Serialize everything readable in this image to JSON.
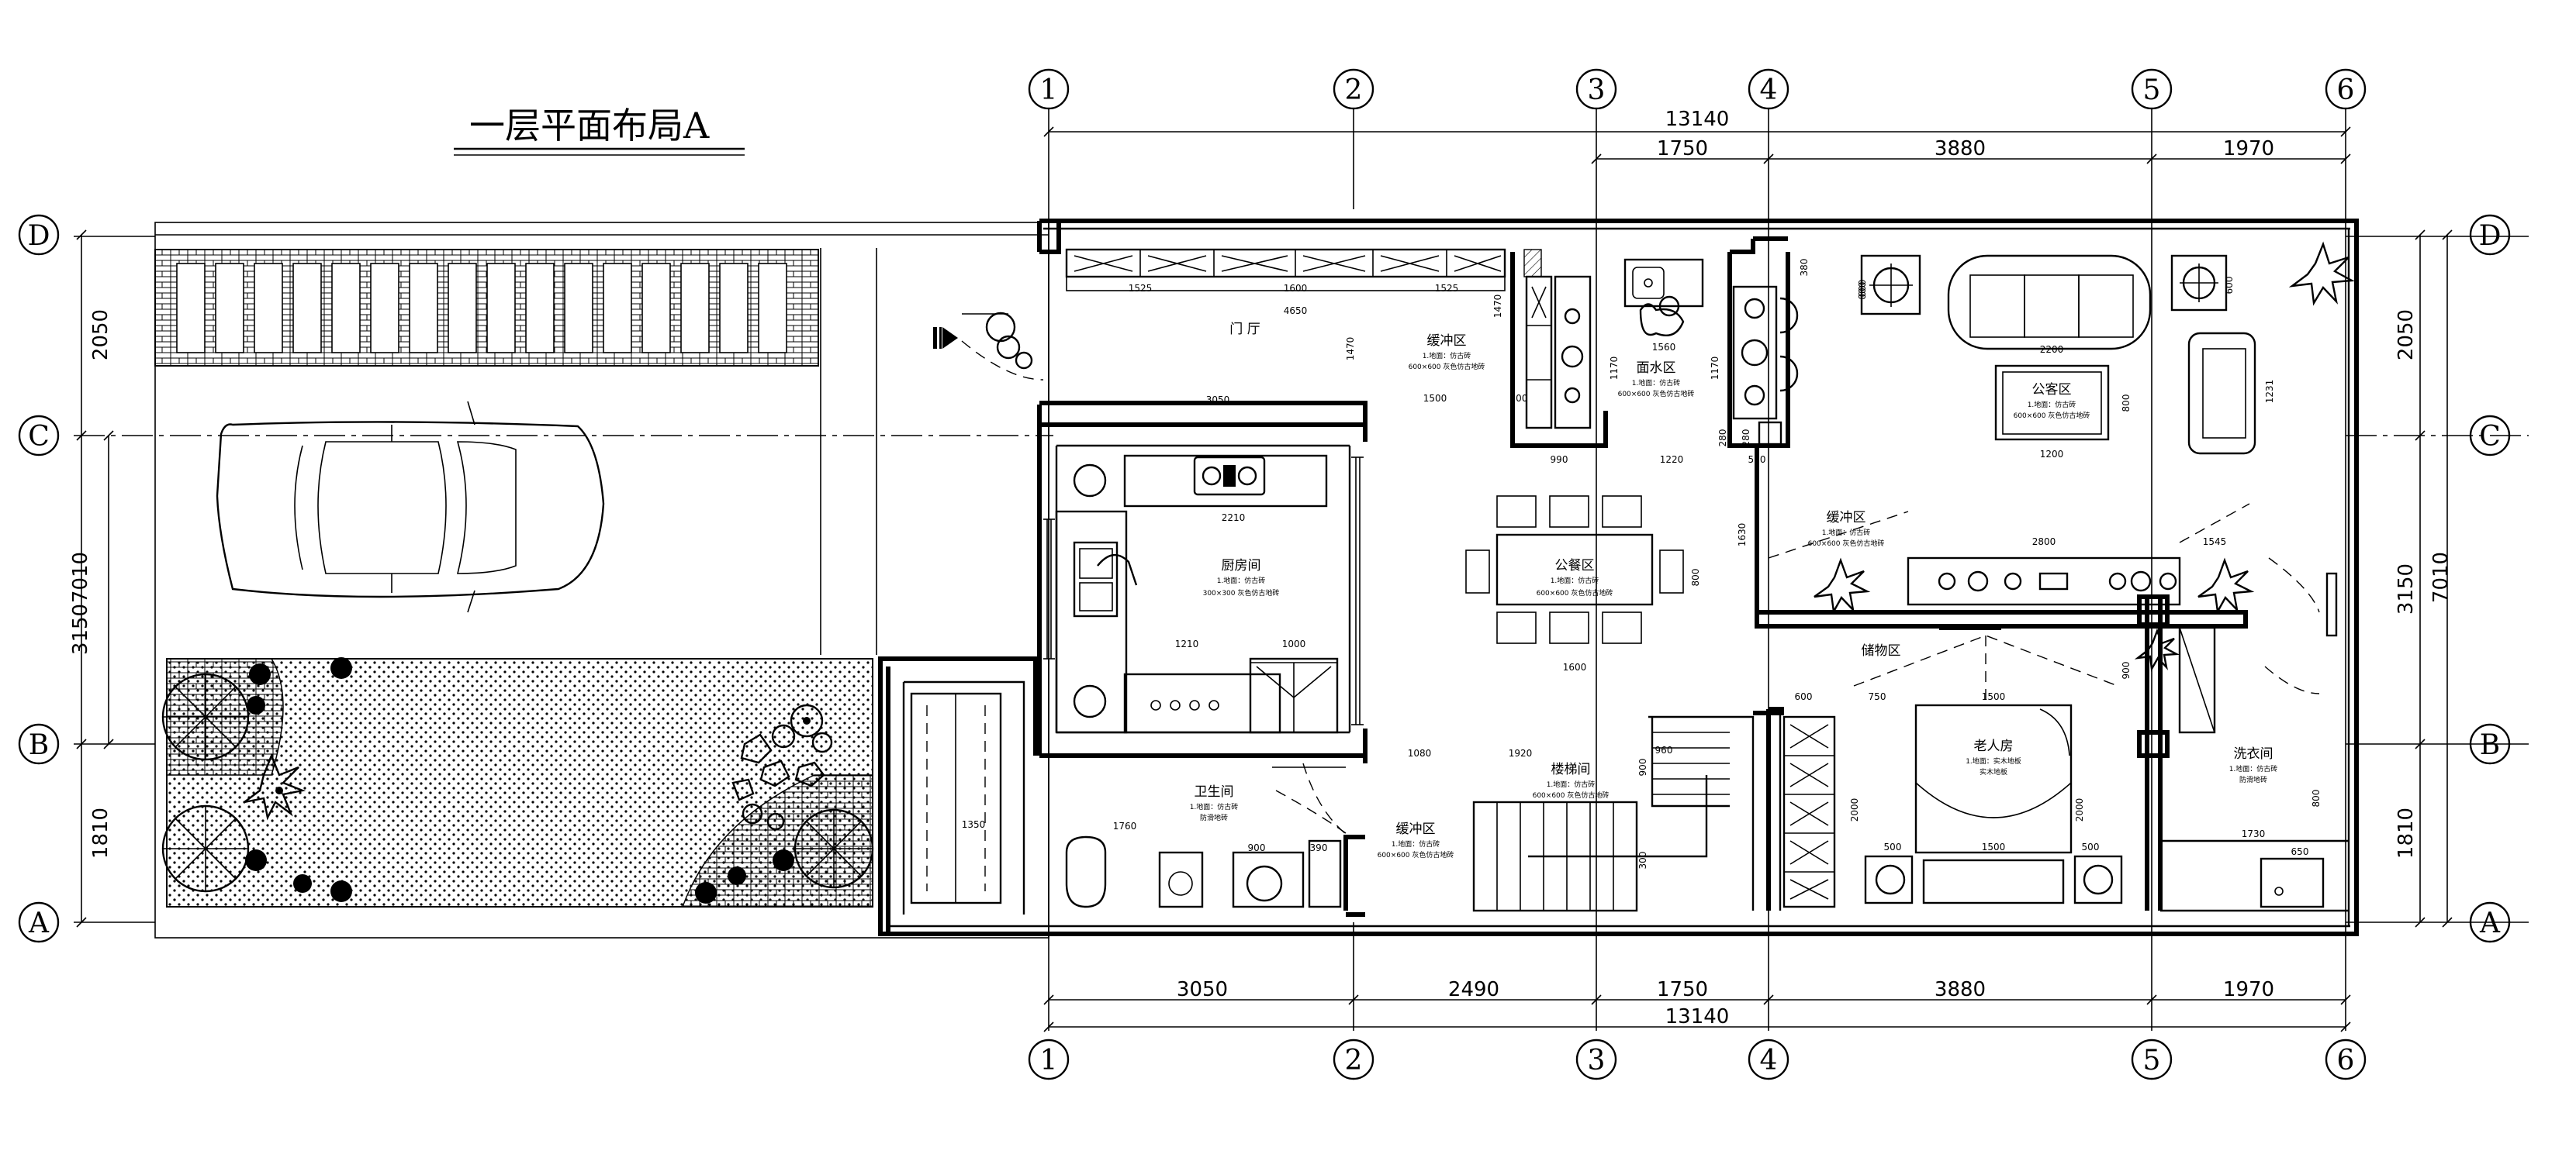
{
  "title": "一层平面布局A",
  "axes": {
    "columns": [
      "1",
      "2",
      "3",
      "4",
      "5",
      "6"
    ],
    "rows": [
      "D",
      "C",
      "B",
      "A"
    ]
  },
  "dimensions": {
    "top_total": "13140",
    "top_segments": [
      "1750",
      "3880",
      "1970"
    ],
    "bottom_segments": [
      "3050",
      "2490",
      "1750",
      "3880",
      "1970"
    ],
    "bottom_total": "13140",
    "left_outer": [
      "2050",
      "7010",
      "1810"
    ],
    "left_inner": "3150",
    "right_outer": [
      "2050",
      "3150",
      "1810"
    ],
    "right_inner": "7010"
  },
  "rooms": [
    {
      "name": "门  厅",
      "line1": "",
      "line2": ""
    },
    {
      "name": "缓冲区",
      "line1": "1.地面：仿古砖",
      "line2": "600×600 灰色仿古地砖"
    },
    {
      "name": "厨房间",
      "line1": "1.地面：仿古砖",
      "line2": "300×300 灰色仿古地砖"
    },
    {
      "name": "公餐区",
      "line1": "1.地面：仿古砖",
      "line2": "600×600 灰色仿古地砖"
    },
    {
      "name": "面水区",
      "line1": "1.地面：仿古砖",
      "line2": "600×600 灰色仿古地砖"
    },
    {
      "name": "公客区",
      "line1": "1.地面：仿古砖",
      "line2": "600×600 灰色仿古地砖"
    },
    {
      "name": "缓冲区",
      "line1": "1.地面：仿古砖",
      "line2": "600×600 灰色仿古地砖"
    },
    {
      "name": "卫生间",
      "line1": "1.地面：仿古砖",
      "line2": "防滑地砖"
    },
    {
      "name": "缓冲区",
      "line1": "1.地面：仿古砖",
      "line2": "600×600 灰色仿古地砖"
    },
    {
      "name": "楼梯间",
      "line1": "1.地面：仿古砖",
      "line2": "600×600 灰色仿古地砖"
    },
    {
      "name": "老人房",
      "line1": "1.地面：实木地板",
      "line2": "实木地板"
    },
    {
      "name": "洗衣间",
      "line1": "1.地面：仿古砖",
      "line2": "防滑地砖"
    },
    {
      "name": "储物区",
      "line1": "",
      "line2": ""
    }
  ],
  "small_dims": [
    "1525",
    "1600",
    "1525",
    "4650",
    "1470",
    "3050",
    "1500",
    "1470",
    "100",
    "1560",
    "1170",
    "1170",
    "990",
    "1220",
    "530",
    "280",
    "280",
    "380",
    "800",
    "2210",
    "1210",
    "1000",
    "1630",
    "800",
    "1600",
    "2200",
    "800",
    "1231",
    "1200",
    "600",
    "600",
    "2800",
    "1545",
    "1080",
    "1920",
    "900",
    "300",
    "960",
    "1350",
    "1760",
    "900",
    "390",
    "600",
    "750",
    "1500",
    "2000",
    "500",
    "1500",
    "500",
    "2000",
    "900",
    "800",
    "1730",
    "650"
  ]
}
